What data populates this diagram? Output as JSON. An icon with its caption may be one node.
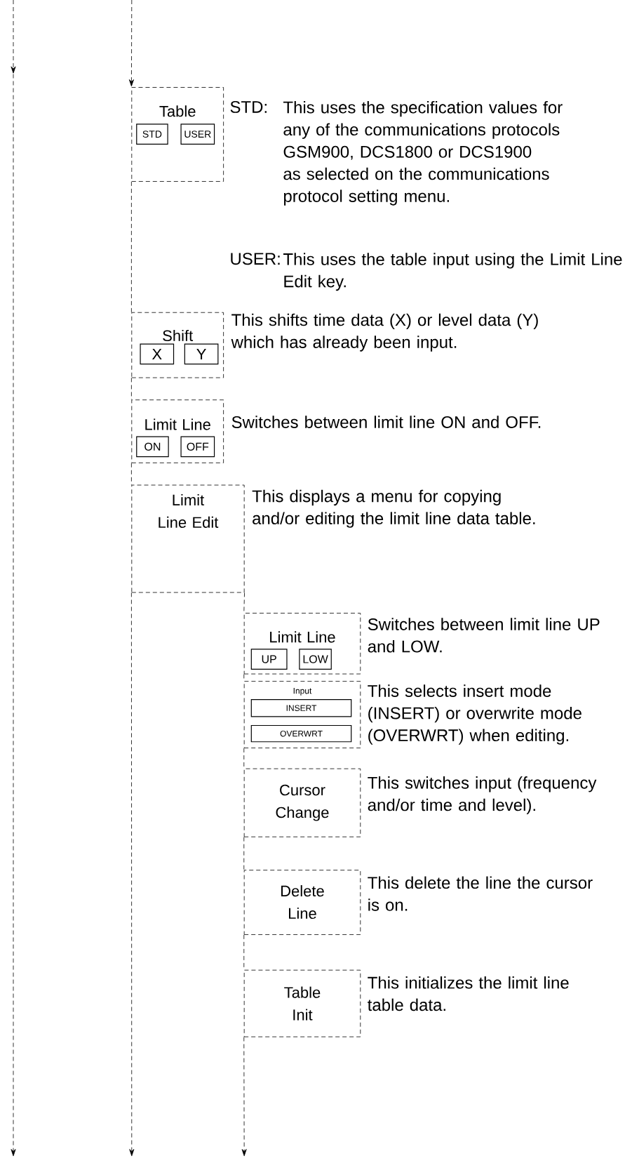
{
  "diagram": {
    "nodes": [
      {
        "text": [
          "Table"
        ],
        "beside": [
          "STD:",
          "This uses the specification values for any of the communications protocols GSM900, DCS1800 or DCS1900 as selected on the communications protocol setting menu.",
          "USER:",
          "This uses the table input using the Limit Line Edit key."
        ]
      },
      {
        "text": [
          "STD"
        ],
        "in": 0
      },
      {
        "text": [
          "USER"
        ],
        "in": 0
      },
      {
        "text": [
          "Shift"
        ],
        "beside": [
          "This shifts time data (X) or level data (Y) which has already been input."
        ]
      },
      {
        "text": [
          "X"
        ],
        "in": 3
      },
      {
        "text": [
          "Y"
        ],
        "in": 3
      },
      {
        "text": [
          "Limit Line"
        ],
        "beside": [
          "Switches between limit line ON and OFF."
        ]
      },
      {
        "text": [
          "ON"
        ],
        "in": 6
      },
      {
        "text": [
          "OFF"
        ],
        "in": 6
      },
      {
        "text": [
          "Limit Line Edit"
        ],
        "beside": [
          "This displays a menu for copying and/or editing the limit line data table."
        ]
      },
      {
        "text": [
          "Limit Line"
        ],
        "beside": [
          "Switches between limit line UP and LOW."
        ]
      },
      {
        "text": [
          "UP"
        ],
        "in": 10
      },
      {
        "text": [
          "LOW"
        ],
        "in": 10
      },
      {
        "text": [
          "Input"
        ],
        "beside": [
          "This selects insert mode (INSERT) or overwrite mode (OVERWRT) when editing."
        ]
      },
      {
        "text": [
          "INSERT"
        ],
        "in": 13
      },
      {
        "text": [
          "OVERWRT"
        ],
        "in": 13
      },
      {
        "text": [
          "Cursor Change"
        ],
        "beside": [
          "This switches input (frequency and/or time and level)."
        ]
      },
      {
        "text": [
          "Delete Line"
        ],
        "beside": [
          "This delete the line the cursor is on."
        ]
      },
      {
        "text": [
          "Table Init"
        ],
        "beside": [
          "This initializes the limit line table data."
        ]
      }
    ],
    "edges": [
      {
        "from": null,
        "to": 0,
        "arrow": "to"
      },
      {
        "from": 0,
        "to": 3,
        "arrow": "none"
      },
      {
        "from": 3,
        "to": 6,
        "arrow": "none"
      },
      {
        "from": 6,
        "to": 9,
        "arrow": "none"
      },
      {
        "from": 9,
        "to": null,
        "arrow": "to"
      },
      {
        "from": 9,
        "to": 10,
        "arrow": "none"
      },
      {
        "from": 10,
        "to": 13,
        "arrow": "none"
      },
      {
        "from": 13,
        "to": 16,
        "arrow": "none"
      },
      {
        "from": 16,
        "to": 17,
        "arrow": "none"
      },
      {
        "from": 17,
        "to": 18,
        "arrow": "none"
      },
      {
        "from": 18,
        "to": null,
        "arrow": "to"
      }
    ]
  }
}
